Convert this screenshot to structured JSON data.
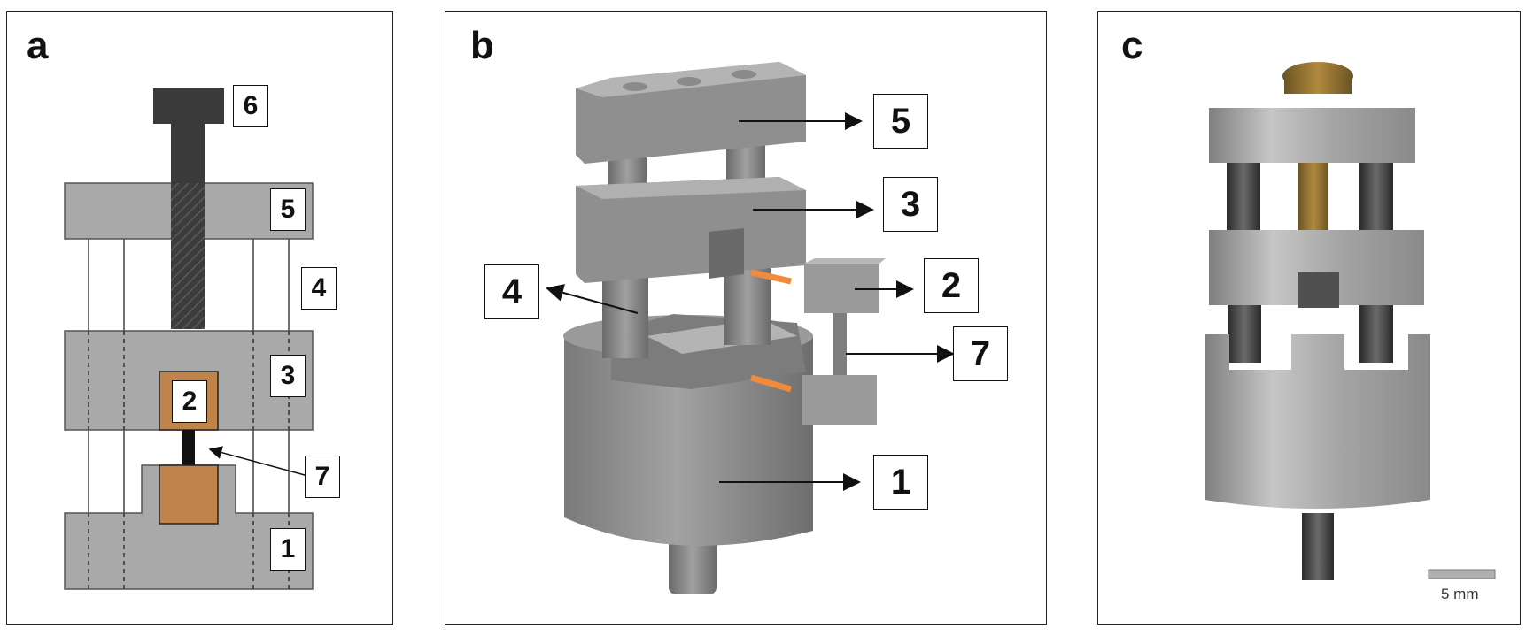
{
  "panels": {
    "a": {
      "letter": "a",
      "labels": {
        "l1": "1",
        "l2": "2",
        "l3": "3",
        "l4": "4",
        "l5": "5",
        "l6": "6",
        "l7": "7"
      }
    },
    "b": {
      "letter": "b",
      "labels": {
        "l1": "1",
        "l2": "2",
        "l3": "3",
        "l4": "4",
        "l5": "5",
        "l7": "7"
      }
    },
    "c": {
      "letter": "c",
      "scale_bar_text": "5 mm"
    }
  },
  "colors": {
    "body_gray": "#a9a9a9",
    "dark_gray": "#3a3a3a",
    "sample_brown": "#c0844a",
    "arrow_orange": "#f08a3c",
    "render_gray": "#8e8e8e"
  }
}
